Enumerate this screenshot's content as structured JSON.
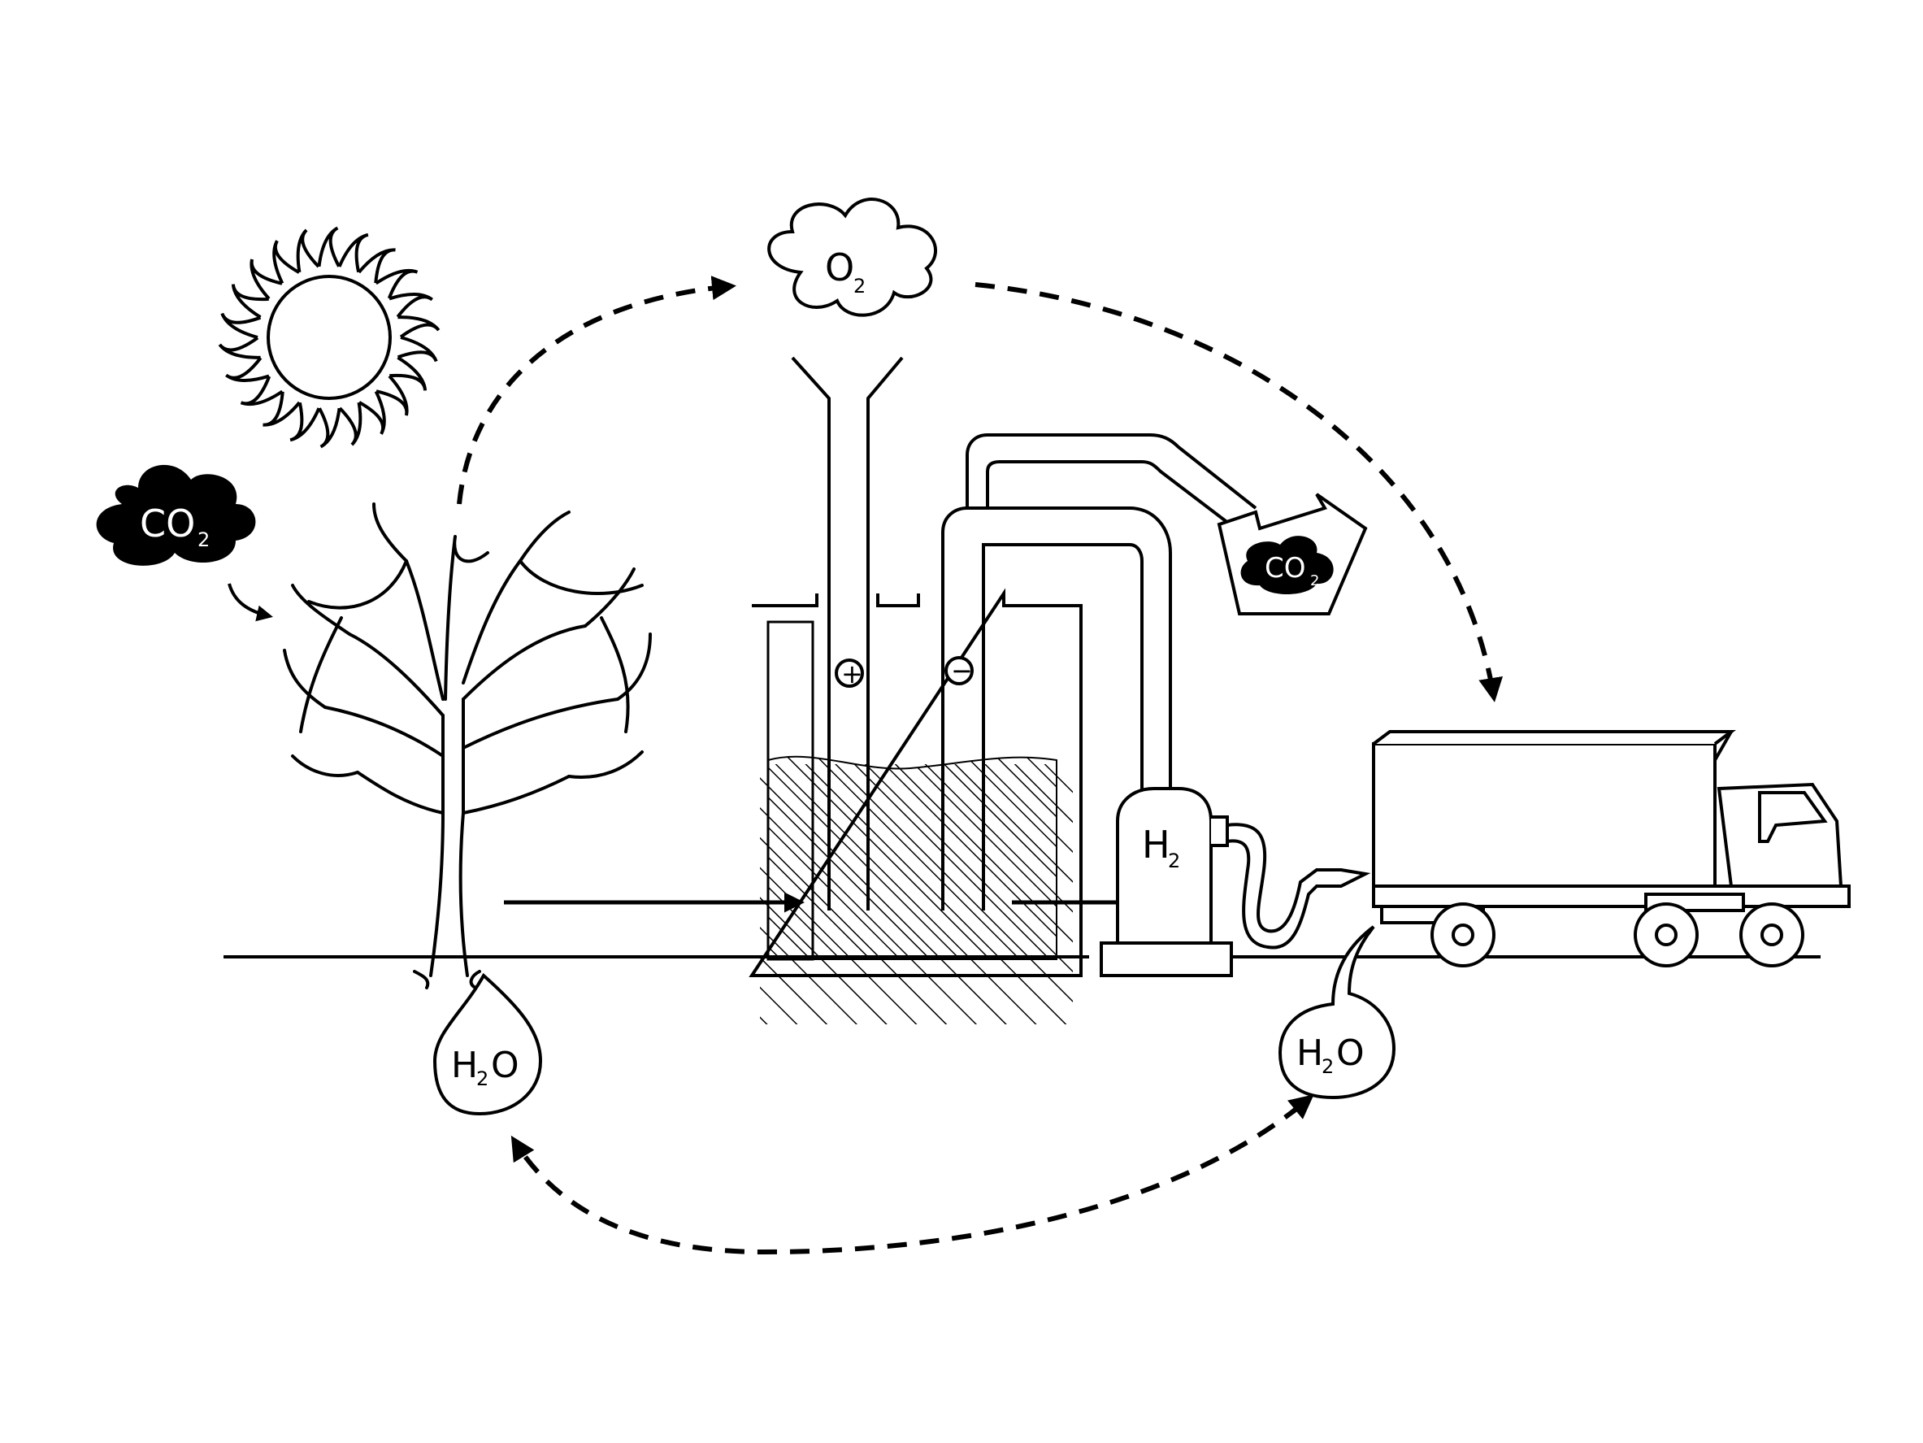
{
  "labels": {
    "co2_left": "CO",
    "co2_left_sub": "2",
    "o2_cloud": "O",
    "o2_cloud_sub": "2",
    "co2_bin": "CO",
    "co2_bin_sub": "2",
    "anode_sign": "+",
    "cathode_sign": "−",
    "h2_pump": "H",
    "h2_pump_sub": "2",
    "h2o_tree": "H",
    "h2o_tree_sub": "2",
    "h2o_tree_end": "O",
    "h2o_truck": "H",
    "h2o_truck_sub": "2",
    "h2o_truck_end": "O"
  },
  "colors": {
    "ink": "#000000",
    "paper": "#ffffff"
  }
}
